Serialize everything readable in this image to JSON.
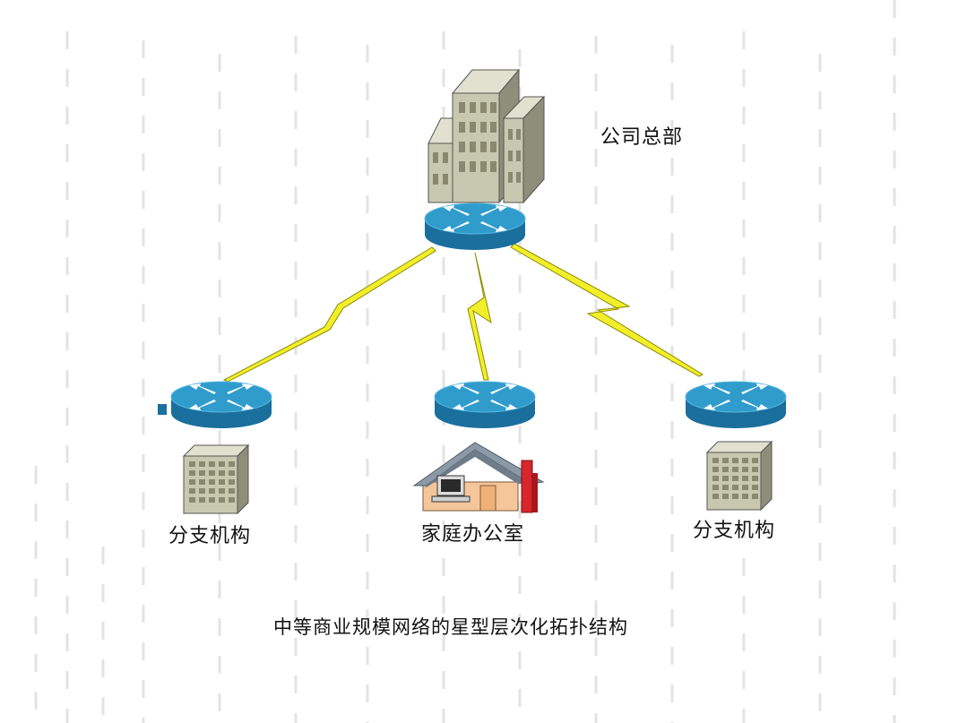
{
  "labels": {
    "headquarters": "公司总部",
    "branch_left": "分支机构",
    "home_office": "家庭办公室",
    "branch_right": "分支机构",
    "caption": "中等商业规模网络的星型层次化拓扑结构"
  },
  "colors": {
    "router_top": "#2f9ccc",
    "router_side": "#1a6f9c",
    "wan_link": "#f2ef2a",
    "building": "#c8c7b0",
    "house_roof": "#8c9aa8",
    "house_wall": "#f4c69a",
    "chimney": "#d7262c",
    "background_dash": "#e3e3e3"
  },
  "icons": {
    "routers": [
      "router-icon",
      "router-icon",
      "router-icon",
      "router-icon"
    ],
    "sites": [
      "office-tower-icon",
      "office-building-icon",
      "house-icon",
      "office-building-icon"
    ],
    "links": [
      "serial-link-icon",
      "serial-link-icon",
      "serial-link-icon"
    ]
  }
}
